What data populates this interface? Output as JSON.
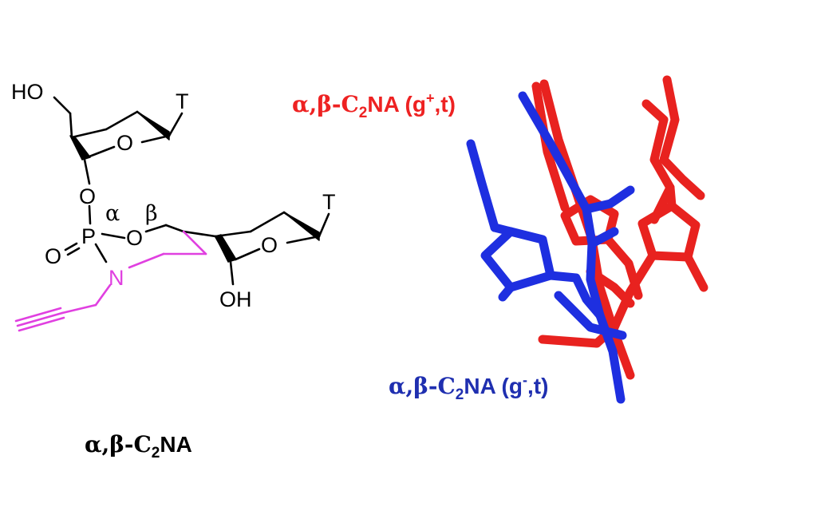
{
  "structure": {
    "atoms": {
      "ho": "HO",
      "t1": "T",
      "o_ring1": "O",
      "o_link": "O",
      "p": "P",
      "o_double": "O",
      "o_beta": "O",
      "n": "N",
      "t2": "T",
      "o_ring2": "O",
      "oh": "OH",
      "alpha": "α",
      "beta": "β"
    },
    "label": {
      "prefix": "α,β-C",
      "sub": "2",
      "suffix": "NA"
    }
  },
  "models": {
    "red": {
      "prefix": "α,β-C",
      "sub": "2",
      "mid": "NA (g",
      "sup": "+",
      "suffix": ",t)",
      "color": "#ee2222"
    },
    "blue": {
      "prefix": "α,β-C",
      "sub": "2",
      "mid": "NA (g",
      "sup": "-",
      "suffix": ",t)",
      "color": "#1f2fb0"
    }
  },
  "colors": {
    "bond": "#000000",
    "linker": "#e040e0",
    "red_stick": "#e8221f",
    "blue_stick": "#1e2fe0"
  }
}
